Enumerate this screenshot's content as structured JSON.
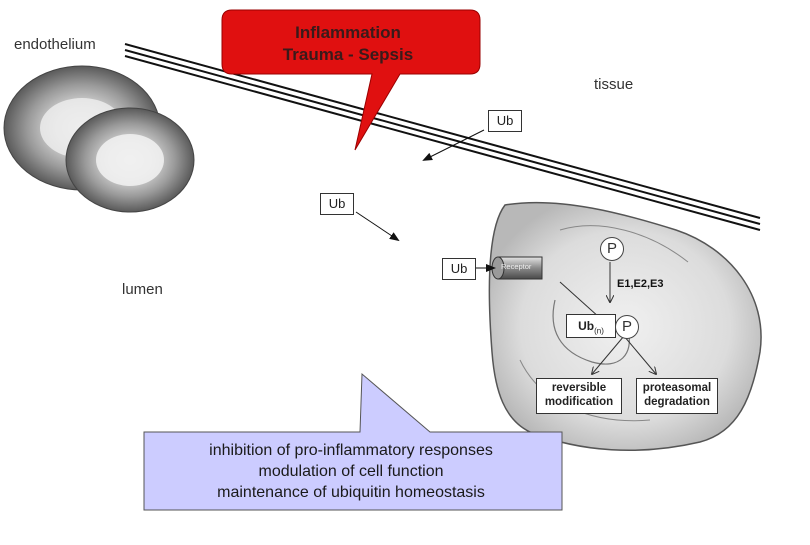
{
  "labels": {
    "endothelium": "endothelium",
    "tissue": "tissue",
    "lumen": "lumen"
  },
  "red_callout": {
    "line1": "Inflammation",
    "line2": "Trauma - Sepsis",
    "fill_color": "#e01010"
  },
  "ub_labels": {
    "ub_top": "Ub",
    "ub_middle": "Ub",
    "ub_receptor": "Ub"
  },
  "cell": {
    "receptor_label": "Receptor",
    "phospho_label": "P",
    "enzymes_label": "E1,E2,E3",
    "ub_chain_label": "Ub",
    "ub_chain_subscript": "(n)",
    "phospho_label_2": "P",
    "outcome_left_line1": "reversible",
    "outcome_left_line2": "modification",
    "outcome_right_line1": "proteasomal",
    "outcome_right_line2": "degradation"
  },
  "blue_callout": {
    "line1": "inhibition of pro-inflammatory responses",
    "line2": "modulation of cell function",
    "line3": "maintenance of ubiquitin homeostasis",
    "fill_color": "#ccccff"
  }
}
